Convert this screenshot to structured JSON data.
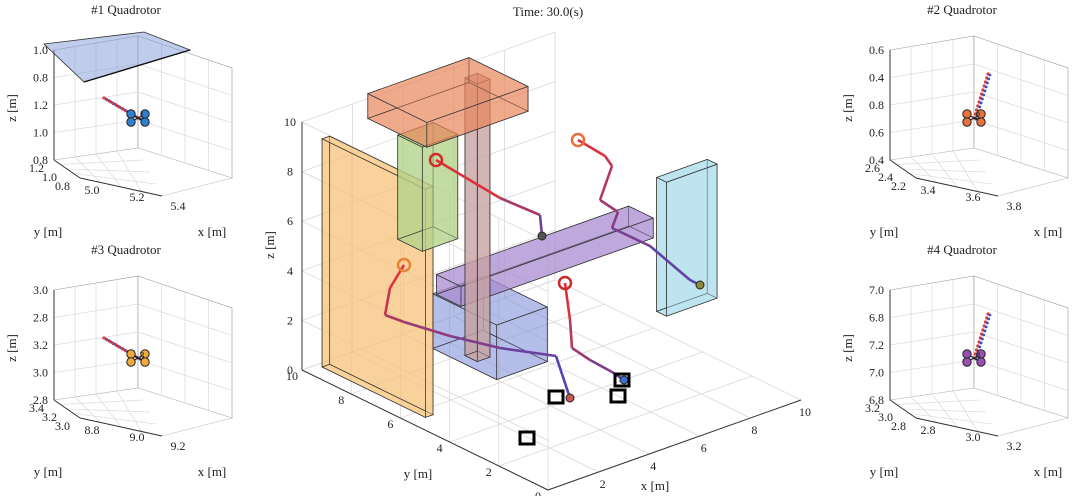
{
  "chart_data": {
    "type": "3d-trajectory",
    "title": "Time: 30.0(s)",
    "main": {
      "xlabel": "x [m]",
      "ylabel": "y [m]",
      "zlabel": "z [m]",
      "xlim": [
        0,
        10
      ],
      "ylim": [
        0,
        10
      ],
      "zlim": [
        0,
        10
      ],
      "x_ticks": [
        "0",
        "2",
        "4",
        "6",
        "8",
        "10"
      ],
      "y_ticks": [
        "0",
        "2",
        "4",
        "6",
        "8",
        "10"
      ],
      "z_ticks": [
        "0",
        "2",
        "4",
        "6",
        "8",
        "10"
      ],
      "grid": true,
      "obstacles": [
        {
          "color": "#e8845a",
          "label": "top-slab"
        },
        {
          "color": "#b5d48a",
          "label": "green-box"
        },
        {
          "color": "#c9a2a2",
          "label": "column"
        },
        {
          "color": "#a98bd0",
          "label": "purple-beam"
        },
        {
          "color": "#f6c27a",
          "label": "orange-slab"
        },
        {
          "color": "#a8dbe9",
          "label": "cyan-slab"
        },
        {
          "color": "#7f8fd8",
          "label": "blue-box"
        }
      ],
      "goal_markers": 4,
      "start_markers": 4
    },
    "panels": [
      {
        "title": "#1 Quadrotor",
        "xlabel": "x [m]",
        "ylabel": "y [m]",
        "zlabel": "z [m]",
        "x_ticks": [
          "5.0",
          "5.2",
          "5.4"
        ],
        "y_ticks": [
          "1.2",
          "1.0",
          "0.8"
        ],
        "z_ticks": [
          "1.0",
          "0.8",
          "1.2",
          "1.0",
          "0.8"
        ],
        "drone_color": "#2f7fd3",
        "number": "1",
        "has_plane": true
      },
      {
        "title": "#2 Quadrotor",
        "xlabel": "x [m]",
        "ylabel": "y [m]",
        "zlabel": "z [m]",
        "x_ticks": [
          "3.4",
          "3.6",
          "3.8"
        ],
        "y_ticks": [
          "2.6",
          "2.4",
          "2.2"
        ],
        "z_ticks": [
          "0.6",
          "0.4",
          "0.8",
          "0.6",
          "0.4"
        ],
        "drone_color": "#e8703a",
        "number": "2",
        "has_plane": false
      },
      {
        "title": "#3 Quadrotor",
        "xlabel": "x [m]",
        "ylabel": "y [m]",
        "zlabel": "z [m]",
        "x_ticks": [
          "8.8",
          "9.0",
          "9.2"
        ],
        "y_ticks": [
          "3.4",
          "3.2",
          "3.0"
        ],
        "z_ticks": [
          "3.0",
          "2.8",
          "3.2",
          "3.0",
          "2.8"
        ],
        "drone_color": "#f2a83a",
        "number": "3",
        "has_plane": false
      },
      {
        "title": "#4 Quadrotor",
        "xlabel": "x [m]",
        "ylabel": "y [m]",
        "zlabel": "z [m]",
        "x_ticks": [
          "2.8",
          "3.0",
          "3.2"
        ],
        "y_ticks": [
          "3.2",
          "3.0",
          "2.8"
        ],
        "z_ticks": [
          "7.0",
          "6.8",
          "7.2",
          "7.0",
          "6.8"
        ],
        "drone_color": "#9a4fb3",
        "number": "4",
        "has_plane": false
      }
    ]
  }
}
